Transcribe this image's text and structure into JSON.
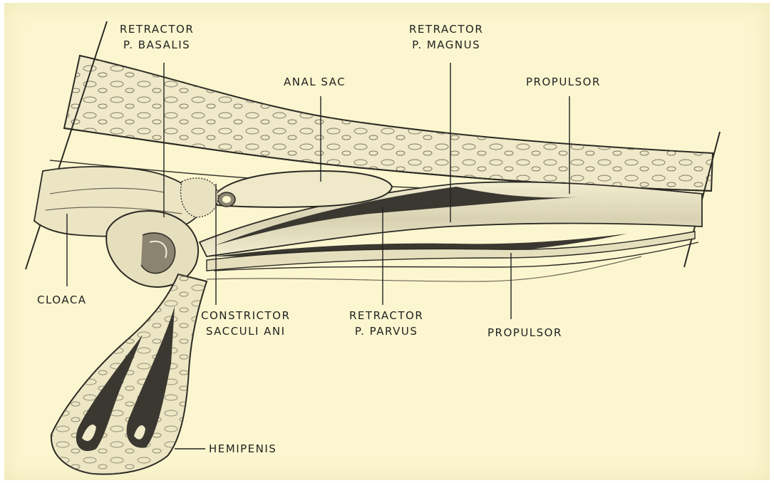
{
  "labels": {
    "retractor_basalis": [
      "RETRACTOR",
      "P. BASALIS"
    ],
    "retractor_magnus": [
      "RETRACTOR",
      "P. MAGNUS"
    ],
    "anal_sac": "ANAL SAC",
    "propulsor_top": "PROPULSOR",
    "cloaca": "CLOACA",
    "constrictor": [
      "CONSTRICTOR",
      "SACCULI ANI"
    ],
    "retractor_parvus": [
      "RETRACTOR",
      "P. PARVUS"
    ],
    "propulsor_bottom": "PROPULSOR",
    "hemipenis": "HEMIPENIS"
  },
  "colors": {
    "background": "#fbf6cf",
    "ink": "#222222",
    "tissue_light": "#ece6c4",
    "tissue_shade": "#8a8470",
    "cavity_dark": "#3a3830"
  }
}
